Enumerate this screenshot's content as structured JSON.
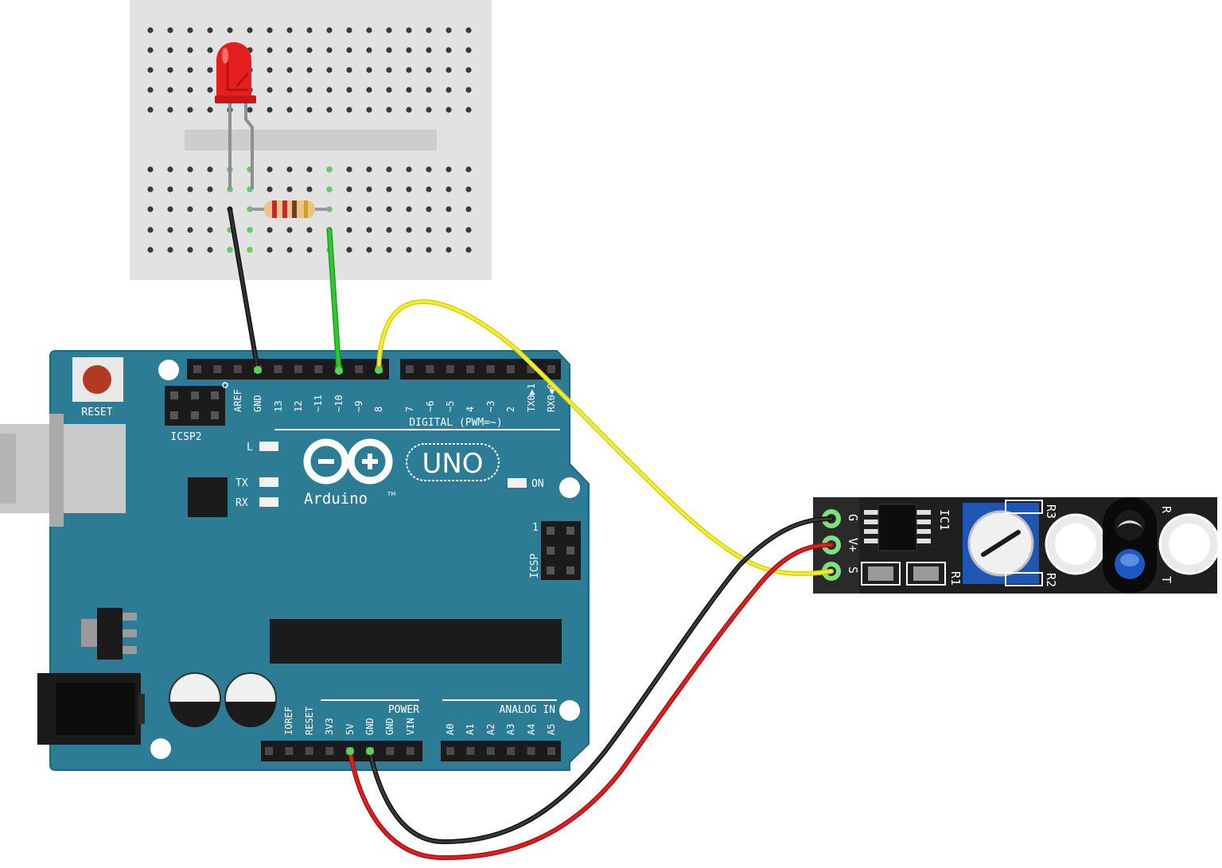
{
  "colors": {
    "board": "#2d7c95",
    "board_edge": "#23677c",
    "breadboard": "#e2e2e2",
    "wire_black": "#1d1d1d",
    "wire_green": "#2bb52b",
    "wire_yellow": "#f2ec2a",
    "wire_red": "#d11d1d",
    "led": "#e61e1e",
    "module": "#1f1f1f",
    "pot": "#1e57b3"
  },
  "arduino": {
    "reset": "RESET",
    "icsp2": "ICSP2",
    "icsp": "ICSP",
    "icsp_pin1": "1",
    "digital": "DIGITAL (PWM=~)",
    "power": "POWER",
    "analog_in": "ANALOG IN",
    "logo_uno": "UNO",
    "logo_text": "Arduino",
    "logo_tm": "TM",
    "led_l": "L",
    "led_tx": "TX",
    "led_rx": "RX",
    "led_on": "ON",
    "top_pins": [
      "AREF",
      "GND",
      "13",
      "12",
      "~11",
      "~10",
      "~9",
      "8",
      "7",
      "~6",
      "~5",
      "4",
      "~3",
      "2",
      "TX0▶1",
      "RX0◀0"
    ],
    "bottom_pins": [
      "IOREF",
      "RESET",
      "3V3",
      "5V",
      "GND",
      "GND",
      "VIN",
      "A0",
      "A1",
      "A2",
      "A3",
      "A4",
      "A5"
    ]
  },
  "sensor": {
    "pins": [
      "G",
      "V+",
      "S"
    ],
    "ic": "IC1",
    "r1": "R1",
    "r2": "R2",
    "r3": "R3",
    "rx": "R",
    "tx": "T"
  }
}
